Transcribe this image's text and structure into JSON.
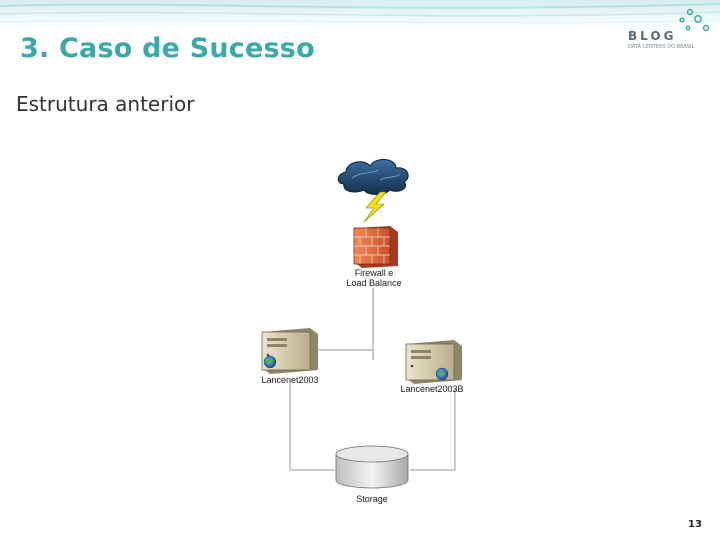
{
  "slide": {
    "title": "3. Caso de Sucesso",
    "subtitle": "Estrutura anterior",
    "page_number": "13"
  },
  "logo": {
    "wordmark": "BLOG",
    "tagline": "DATA CENTERS DO BRASIL",
    "color": "#3aa9a9"
  },
  "diagram": {
    "nodes": [
      {
        "id": "internet",
        "icon": "cloud-icon",
        "label": ""
      },
      {
        "id": "firewall",
        "icon": "firewall-icon",
        "label_lines": [
          "Firewall e",
          "Load Balance"
        ]
      },
      {
        "id": "server-a",
        "icon": "server-icon",
        "label": "Lancenet2003"
      },
      {
        "id": "server-b",
        "icon": "server-icon",
        "label": "Lancenet2003B"
      },
      {
        "id": "storage",
        "icon": "storage-icon",
        "label": "Storage"
      }
    ],
    "colors": {
      "cloud": "#1f4e79",
      "firewall": "#e2673a",
      "lightning": "#f2e411",
      "server": "#d8cfb0",
      "storage": "#c8c8c8",
      "connector": "#9a9a9a"
    }
  }
}
